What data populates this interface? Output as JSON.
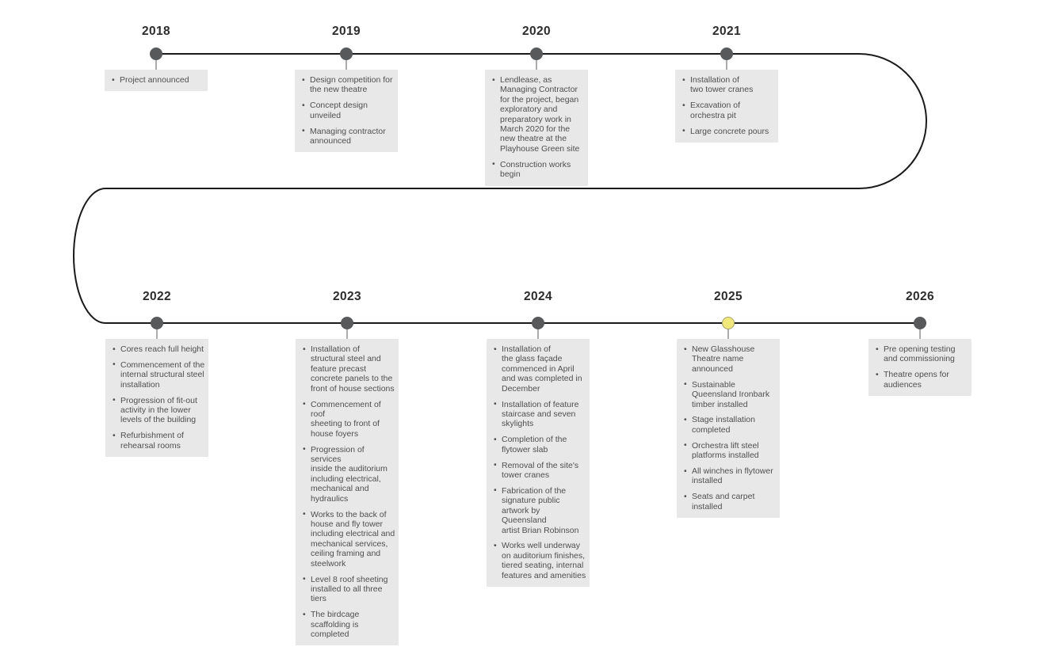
{
  "style": {
    "line_color": "#1a1a1a",
    "dot_color": "#58595b",
    "current_dot_fill": "#f1e87c",
    "current_dot_border": "#a3a06a",
    "box_background": "#e8e8e8",
    "body_text_color": "#4f4f4f",
    "year_text_color": "#2d2d2d",
    "stem_color": "#adadad"
  },
  "timeline": {
    "years": [
      {
        "label": "2018",
        "row": "top",
        "current": false,
        "items": [
          "Project announced"
        ]
      },
      {
        "label": "2019",
        "row": "top",
        "current": false,
        "items": [
          "Design competition for\nthe new theatre",
          "Concept design\nunveiled",
          "Managing contractor\nannounced"
        ]
      },
      {
        "label": "2020",
        "row": "top",
        "current": false,
        "items": [
          "Lendlease, as\nManaging Contractor\nfor the project, began\nexploratory and\npreparatory work in\nMarch 2020 for the\nnew theatre at the\nPlayhouse Green site",
          "Construction works\nbegin"
        ]
      },
      {
        "label": "2021",
        "row": "top",
        "current": false,
        "items": [
          "Installation of\ntwo tower cranes",
          "Excavation of\norchestra pit",
          "Large concrete pours"
        ]
      },
      {
        "label": "2022",
        "row": "bottom",
        "current": false,
        "items": [
          "Cores reach full height",
          "Commencement of the\ninternal structural steel\ninstallation",
          "Progression of fit-out\nactivity in the lower\nlevels of the building",
          "Refurbishment of\nrehearsal rooms"
        ]
      },
      {
        "label": "2023",
        "row": "bottom",
        "current": false,
        "items": [
          "Installation of\nstructural steel and\nfeature precast\nconcrete panels to the\nfront of house sections",
          "Commencement of roof\nsheeting to front of\nhouse foyers",
          "Progression of services\ninside the auditorium\nincluding electrical,\nmechanical and\nhydraulics",
          "Works to the back of\nhouse and fly tower\nincluding electrical and\nmechanical services,\nceiling framing and\nsteelwork",
          "Level 8 roof sheeting\ninstalled to all three\ntiers",
          "The birdcage\nscaffolding is\ncompleted"
        ]
      },
      {
        "label": "2024",
        "row": "bottom",
        "current": false,
        "items": [
          "Installation of\nthe glass façade\ncommenced in April\nand was completed in\nDecember",
          "Installation of feature\nstaircase and seven\nskylights",
          "Completion of the\nflytower slab",
          "Removal of the site's\ntower cranes",
          "Fabrication of the\nsignature public\nartwork by Queensland\nartist Brian Robinson",
          "Works well underway\non auditorium finishes,\ntiered seating, internal\nfeatures and amenities"
        ]
      },
      {
        "label": "2025",
        "row": "bottom",
        "current": true,
        "items": [
          "New Glasshouse\nTheatre name\nannounced",
          "Sustainable\nQueensland Ironbark\ntimber installed",
          "Stage installation\ncompleted",
          "Orchestra lift steel\nplatforms installed",
          "All winches in flytower\ninstalled",
          "Seats and carpet\ninstalled"
        ]
      },
      {
        "label": "2026",
        "row": "bottom",
        "current": false,
        "items": [
          "Pre opening testing\nand commissioning",
          "Theatre opens for\naudiences"
        ]
      }
    ]
  }
}
